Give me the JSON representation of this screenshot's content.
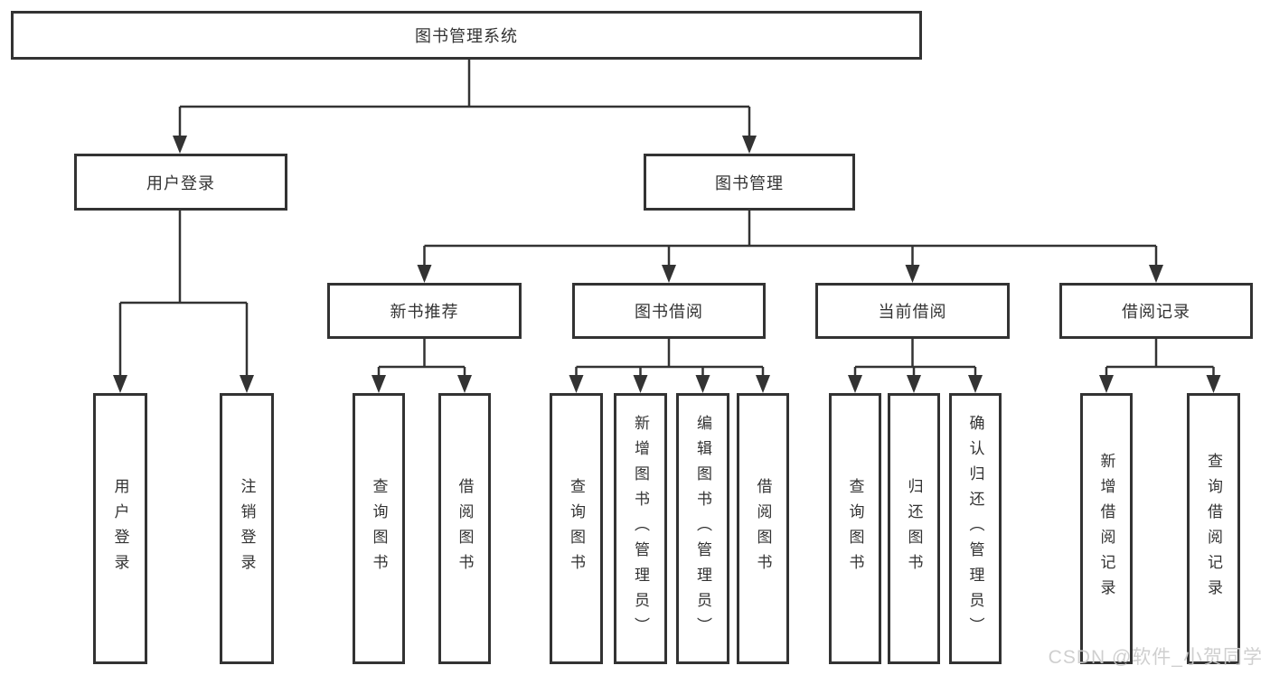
{
  "tree": {
    "label": "图书管理系统",
    "children": [
      {
        "label": "用户登录",
        "children": [
          {
            "label": "用户登录"
          },
          {
            "label": "注销登录"
          }
        ]
      },
      {
        "label": "图书管理",
        "children": [
          {
            "label": "新书推荐",
            "children": [
              {
                "label": "查询图书"
              },
              {
                "label": "借阅图书"
              }
            ]
          },
          {
            "label": "图书借阅",
            "children": [
              {
                "label": "查询图书"
              },
              {
                "label": "新增图书（管理员）"
              },
              {
                "label": "编辑图书（管理员）"
              },
              {
                "label": "借阅图书"
              }
            ]
          },
          {
            "label": "当前借阅",
            "children": [
              {
                "label": "查询图书"
              },
              {
                "label": "归还图书"
              },
              {
                "label": "确认归还（管理员）"
              }
            ]
          },
          {
            "label": "借阅记录",
            "children": [
              {
                "label": "新增借阅记录"
              },
              {
                "label": "查询借阅记录"
              }
            ]
          }
        ]
      }
    ]
  },
  "watermark": {
    "text": "CSDN @软件_小贺同学"
  },
  "colors": {
    "line": "#333333",
    "text": "#333333",
    "box_background": "#ffffff",
    "page_background": "#ffffff",
    "watermark": "#cccccc"
  }
}
